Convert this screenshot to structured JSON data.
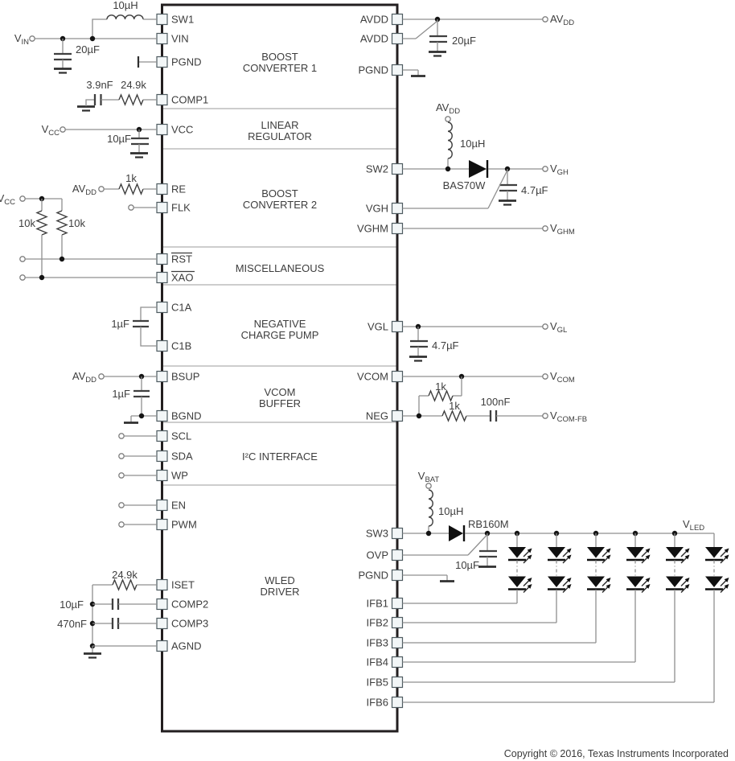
{
  "blocks": {
    "boost1_l1": "BOOST",
    "boost1_l2": "CONVERTER 1",
    "linreg_l1": "LINEAR",
    "linreg_l2": "REGULATOR",
    "boost2_l1": "BOOST",
    "boost2_l2": "CONVERTER 2",
    "misc": "MISCELLANEOUS",
    "ncp_l1": "NEGATIVE",
    "ncp_l2": "CHARGE PUMP",
    "vcombuf_l1": "VCOM",
    "vcombuf_l2": "BUFFER",
    "i2c": "I²C INTERFACE",
    "wled_l1": "WLED",
    "wled_l2": "DRIVER"
  },
  "pins": {
    "sw1": "SW1",
    "vin": "VIN",
    "pgnd": "PGND",
    "comp1": "COMP1",
    "vcc": "VCC",
    "re": "RE",
    "flk": "FLK",
    "rst": "RST",
    "xao": "XAO",
    "c1a": "C1A",
    "c1b": "C1B",
    "bsup": "BSUP",
    "bgnd": "BGND",
    "scl": "SCL",
    "sda": "SDA",
    "wp": "WP",
    "en": "EN",
    "pwm": "PWM",
    "iset": "ISET",
    "comp2": "COMP2",
    "comp3": "COMP3",
    "agnd": "AGND",
    "avdd": "AVDD",
    "sw2": "SW2",
    "vgh": "VGH",
    "vghm": "VGHM",
    "vgl": "VGL",
    "vcom": "VCOM",
    "neg": "NEG",
    "sw3": "SW3",
    "ovp": "OVP",
    "ifb1": "IFB1",
    "ifb2": "IFB2",
    "ifb3": "IFB3",
    "ifb4": "IFB4",
    "ifb5": "IFB5",
    "ifb6": "IFB6"
  },
  "values": {
    "ind10uh": "10µH",
    "c20uf": "20µF",
    "c39nf": "3.9nF",
    "r249k": "24.9k",
    "c10uf": "10µF",
    "r1k": "1k",
    "r10k": "10k",
    "c1uf": "1µF",
    "c47uf": "4.7µF",
    "c100nf": "100nF",
    "c470nf": "470nF"
  },
  "parts": {
    "bas70w": "BAS70W",
    "rb160m": "RB160M"
  },
  "terminals": {
    "vin": {
      "main": "V",
      "sub": "IN"
    },
    "vcc": {
      "main": "V",
      "sub": "CC"
    },
    "avdd": {
      "main": "AV",
      "sub": "DD"
    },
    "vgh": {
      "main": "V",
      "sub": "GH"
    },
    "vghm": {
      "main": "V",
      "sub": "GHM"
    },
    "vgl": {
      "main": "V",
      "sub": "GL"
    },
    "vcom": {
      "main": "V",
      "sub": "COM"
    },
    "vcomfb": {
      "main": "V",
      "sub": "COM-FB"
    },
    "vbat": {
      "main": "V",
      "sub": "BAT"
    },
    "vled": {
      "main": "V",
      "sub": "LED"
    }
  },
  "copyright": "Copyright © 2016, Texas Instruments Incorporated"
}
